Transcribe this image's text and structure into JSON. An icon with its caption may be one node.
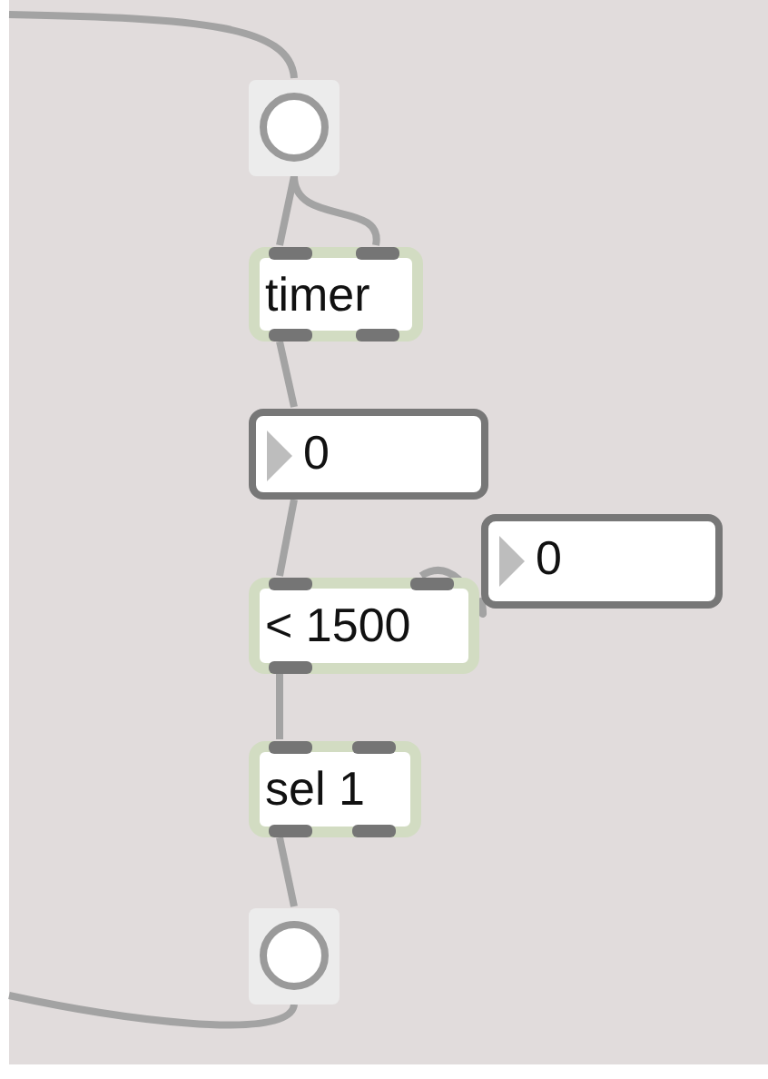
{
  "diagram": {
    "nodes": [
      {
        "text": [],
        "shape": "circle"
      },
      {
        "text": [
          "timer"
        ]
      },
      {
        "text": [
          "0"
        ]
      },
      {
        "text": [
          "0"
        ]
      },
      {
        "text": [
          "< 1500"
        ]
      },
      {
        "text": [
          "sel 1"
        ]
      },
      {
        "text": [],
        "shape": "circle"
      }
    ],
    "edges": [
      {
        "from": null,
        "to": 0,
        "arrow": "none"
      },
      {
        "from": 0,
        "to": 1,
        "arrow": "none"
      },
      {
        "from": 0,
        "to": 1,
        "arrow": "none"
      },
      {
        "from": 1,
        "to": 2,
        "arrow": "none"
      },
      {
        "from": 2,
        "to": 4,
        "arrow": "none"
      },
      {
        "from": 3,
        "to": 4,
        "arrow": "none"
      },
      {
        "from": 4,
        "to": 5,
        "arrow": "none"
      },
      {
        "from": 5,
        "to": 6,
        "arrow": "none"
      },
      {
        "from": 6,
        "to": null,
        "arrow": "none"
      }
    ]
  }
}
